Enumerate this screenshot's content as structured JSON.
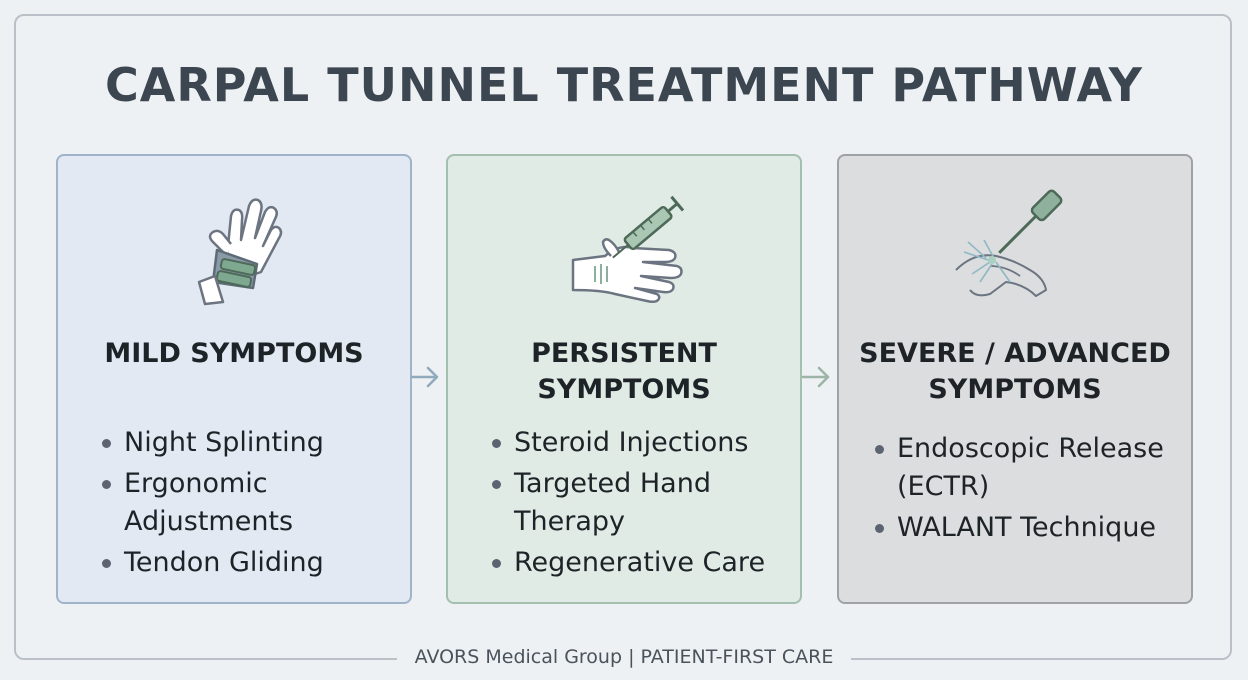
{
  "title": "CARPAL TUNNEL TREATMENT PATHWAY",
  "stages": [
    {
      "icon": "wrist-splint-icon",
      "title_lines": [
        "MILD SYMPTOMS"
      ],
      "items": [
        "Night Splinting",
        "Ergonomic Adjustments",
        "Tendon Gliding"
      ]
    },
    {
      "icon": "syringe-hand-icon",
      "title_lines": [
        "PERSISTENT",
        "SYMPTOMS"
      ],
      "items": [
        "Steroid Injections",
        "Targeted Hand Therapy",
        "Regenerative Care"
      ]
    },
    {
      "icon": "endoscope-wrist-icon",
      "title_lines": [
        "SEVERE / ADVANCED",
        "SYMPTOMS"
      ],
      "items": [
        "Endoscopic Release (ECTR)",
        "WALANT Technique"
      ]
    }
  ],
  "footer": "AVORS Medical Group | PATIENT-FIRST CARE",
  "colors": {
    "mild_bg": "#e2e9f2",
    "persistent_bg": "#e1ebe5",
    "severe_bg": "#dcdddf",
    "title": "#3c4650"
  }
}
